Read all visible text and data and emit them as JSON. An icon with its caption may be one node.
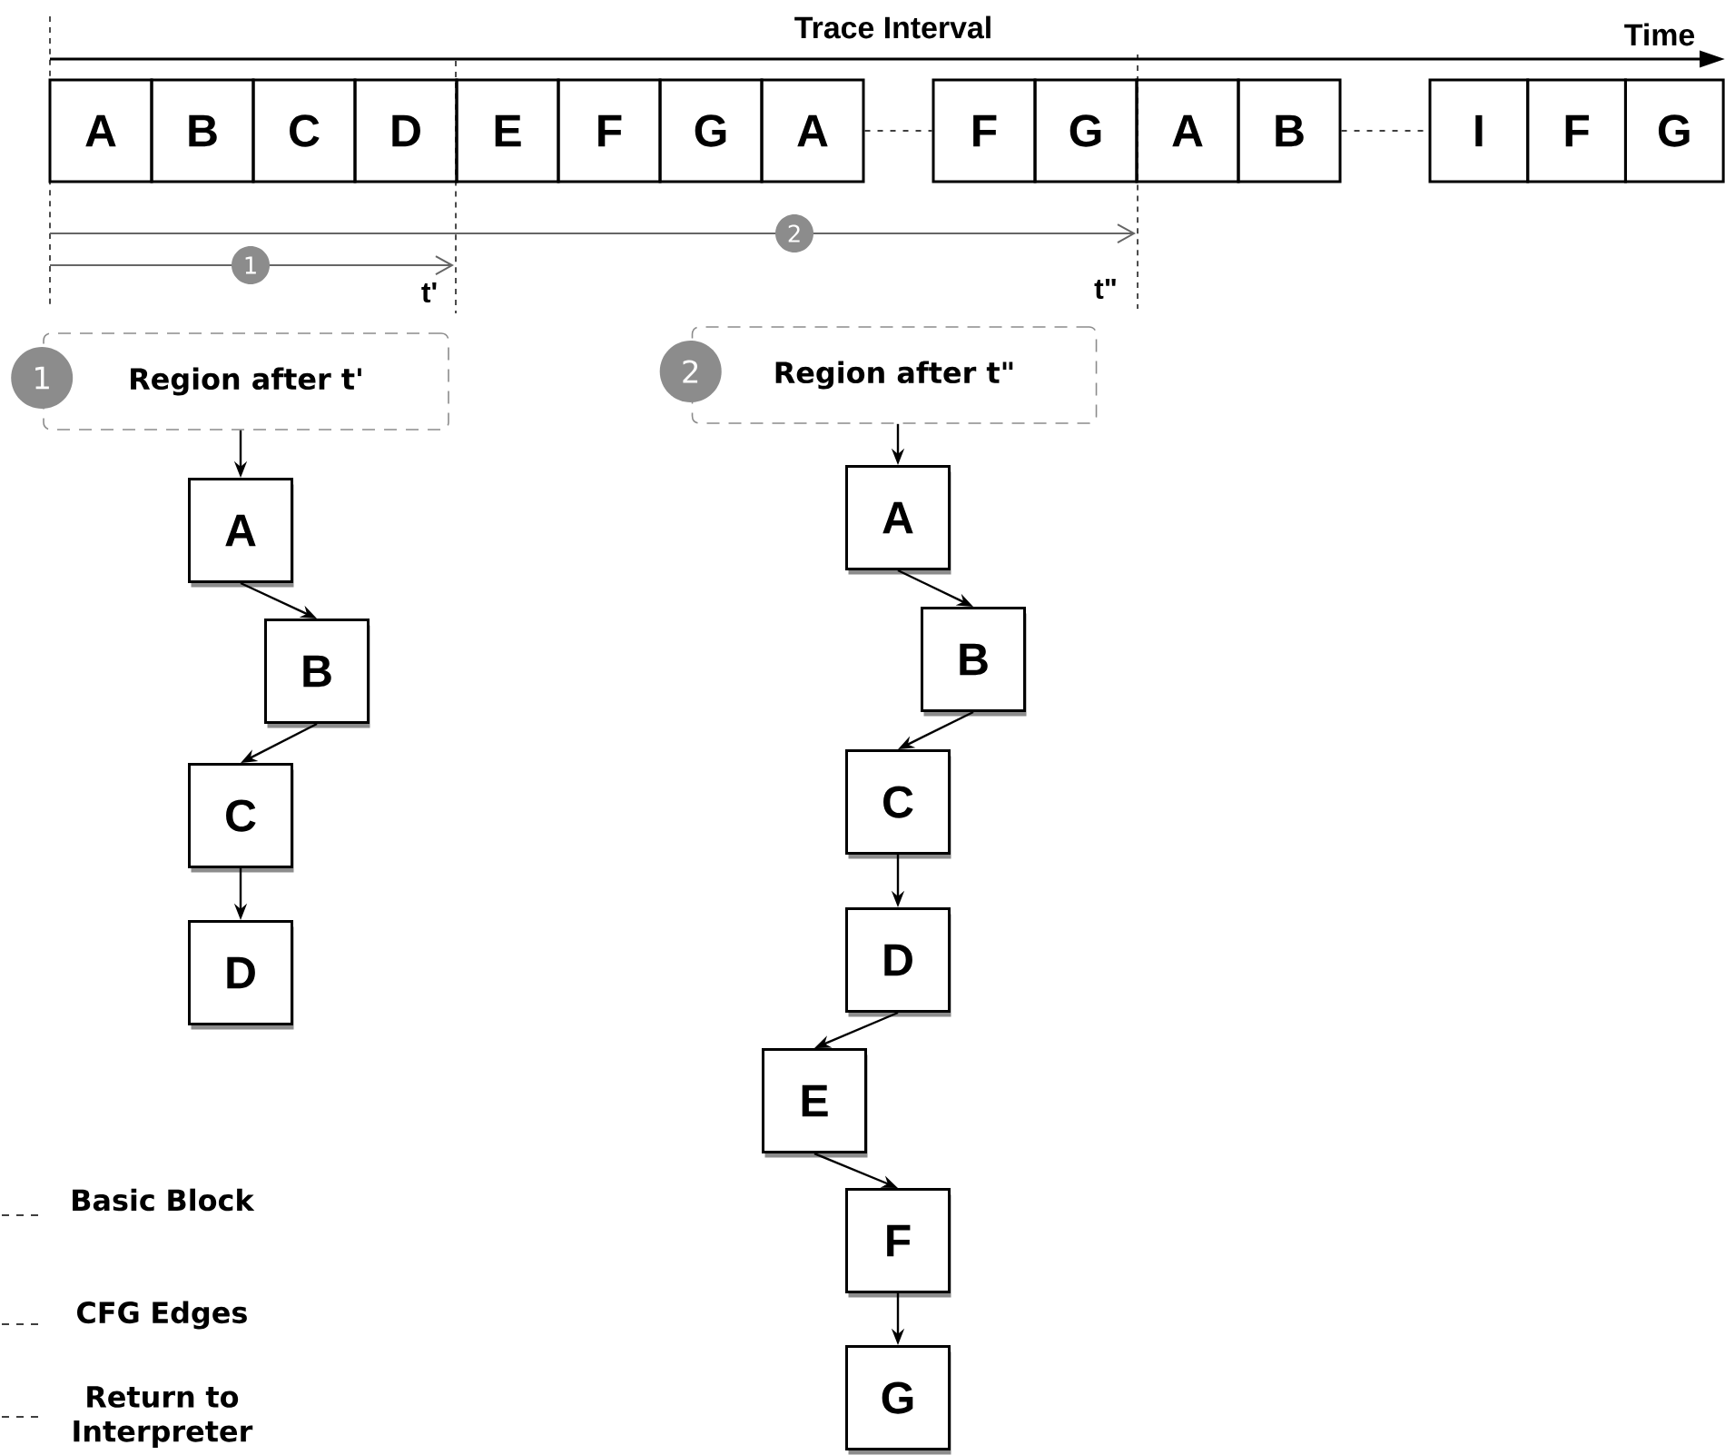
{
  "diagram": {
    "nodes": [
      {
        "text": [
          "A"
        ]
      },
      {
        "text": [
          "B"
        ]
      },
      {
        "text": [
          "C"
        ]
      },
      {
        "text": [
          "D"
        ]
      },
      {
        "text": [
          "E"
        ]
      },
      {
        "text": [
          "F"
        ]
      },
      {
        "text": [
          "G"
        ]
      },
      {
        "text": [
          "A"
        ]
      },
      {
        "text": [
          "F"
        ]
      },
      {
        "text": [
          "G"
        ]
      },
      {
        "text": [
          "A"
        ]
      },
      {
        "text": [
          "B"
        ]
      },
      {
        "text": [
          "I"
        ]
      },
      {
        "text": [
          "F"
        ]
      },
      {
        "text": [
          "G"
        ]
      },
      {
        "text": [
          "1",
          "Region after t'"
        ]
      },
      {
        "text": [
          "A"
        ]
      },
      {
        "text": [
          "B"
        ]
      },
      {
        "text": [
          "C"
        ]
      },
      {
        "text": [
          "D"
        ]
      },
      {
        "text": [
          "2",
          "Region after t\""
        ]
      },
      {
        "text": [
          "A"
        ]
      },
      {
        "text": [
          "B"
        ]
      },
      {
        "text": [
          "C"
        ]
      },
      {
        "text": [
          "D"
        ]
      },
      {
        "text": [
          "E"
        ]
      },
      {
        "text": [
          "F"
        ]
      },
      {
        "text": [
          "G"
        ]
      }
    ],
    "edges": [
      {
        "from": 7,
        "to": 8,
        "arrow": "none",
        "style": "dashed"
      },
      {
        "from": 11,
        "to": 12,
        "arrow": "none",
        "style": "dashed"
      },
      {
        "from": 15,
        "to": 16,
        "arrow": "to"
      },
      {
        "from": 16,
        "to": 17,
        "arrow": "to"
      },
      {
        "from": 17,
        "to": 18,
        "arrow": "to"
      },
      {
        "from": 18,
        "to": 19,
        "arrow": "to"
      },
      {
        "from": 20,
        "to": 21,
        "arrow": "to"
      },
      {
        "from": 21,
        "to": 22,
        "arrow": "to"
      },
      {
        "from": 22,
        "to": 23,
        "arrow": "to"
      },
      {
        "from": 23,
        "to": 24,
        "arrow": "to"
      },
      {
        "from": 24,
        "to": 25,
        "arrow": "to"
      },
      {
        "from": 25,
        "to": 26,
        "arrow": "to"
      },
      {
        "from": 26,
        "to": 27,
        "arrow": "to"
      }
    ],
    "labels": [
      "Trace Interval",
      "Time",
      "2",
      "1",
      "t'",
      "t\""
    ],
    "legend": [
      {
        "text": "Basic Block"
      },
      {
        "text": "CFG Edges"
      },
      {
        "text": "Return to Interpreter"
      }
    ]
  }
}
